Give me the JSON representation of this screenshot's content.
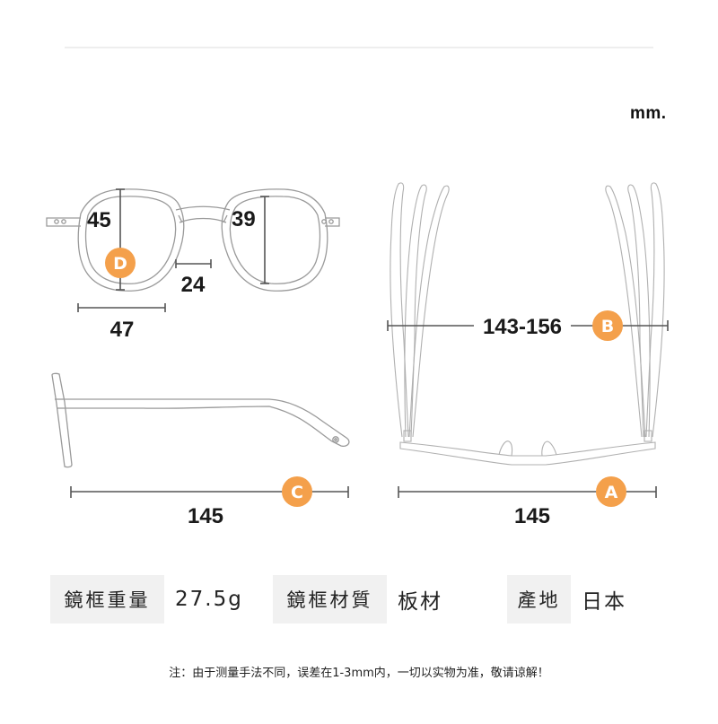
{
  "unit_label": "mm.",
  "colors": {
    "accent_orange": "#F4A04B",
    "line_gray": "#666666",
    "outline_gray": "#9a9a9a",
    "label_bg": "#f1f1f1"
  },
  "diagram": {
    "front_view": {
      "lens_height_label": "45",
      "lens_height_badge": "D",
      "lens_inner_height_label": "39",
      "bridge_width_label": "24",
      "lens_width_label": "47"
    },
    "top_view": {
      "temple_spread_label": "143-156",
      "temple_spread_badge": "B",
      "frame_width_label": "145",
      "frame_width_badge": "A"
    },
    "side_view": {
      "temple_length_label": "145",
      "temple_length_badge": "C"
    }
  },
  "specs": [
    {
      "label": "鏡框重量",
      "value": "27.5g"
    },
    {
      "label": "鏡框材質",
      "value": "板材"
    },
    {
      "label": "產地",
      "value": "日本"
    }
  ],
  "note": "注：由于测量手法不同，误差在1-3mm内，一切以实物为准，敬请谅解！"
}
